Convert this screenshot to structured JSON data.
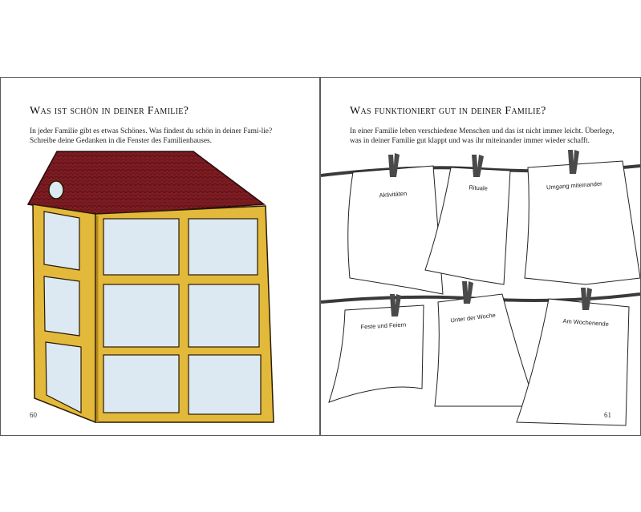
{
  "left_page": {
    "heading": "Was ist schön in deiner Familie?",
    "intro": "In jeder Familie gibt es etwas Schönes. Was findest du schön in deiner Fami-lie? Schreibe deine Gedanken in die Fenster des Familienhauses.",
    "page_number": "60"
  },
  "right_page": {
    "heading": "Was funktioniert gut in deiner Familie?",
    "intro": "In einer Familie leben verschiedene Menschen und das ist nicht immer leicht. Überlege, was in deiner Familie gut klappt und was ihr miteinander immer wieder schafft.",
    "page_number": "61",
    "papers": [
      {
        "label": "Aktivitäten"
      },
      {
        "label": "Rituale"
      },
      {
        "label": "Umgang miteinander"
      },
      {
        "label": "Feste und Feiern"
      },
      {
        "label": "Unter der Woche"
      },
      {
        "label": "Am Wochenende"
      }
    ]
  },
  "colors": {
    "roof": "#7d1c22",
    "frame": "#e2b93b",
    "window": "#dce9f2",
    "paper": "#ffffff",
    "rope": "#3a3a3a",
    "pin": "#4a4a4a"
  }
}
